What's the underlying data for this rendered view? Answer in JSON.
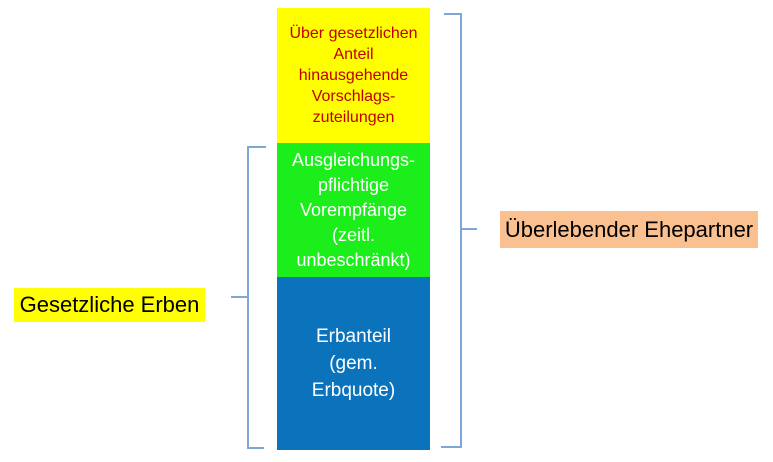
{
  "canvas": {
    "background": "#FFFFFF"
  },
  "stack": {
    "segments": [
      {
        "id": "vorschlagszuteilungen",
        "text": "Über gesetzlichen\nAnteil\nhinausgehende\nVorschlags-\nzuteilungen",
        "bg": "#FFFF00",
        "fg": "#C00000"
      },
      {
        "id": "vorempfaenge",
        "text": "Ausgleichungs-\npflichtige\nVorempfänge\n(zeitl.\nunbeschränkt)",
        "bg": "#1CEE1C",
        "fg": "#FFFFFF"
      },
      {
        "id": "erbanteil",
        "text": "Erbanteil\n(gem.\nErbquote)",
        "bg": "#0B73BC",
        "fg": "#FFFFFF"
      }
    ]
  },
  "labels": {
    "left": {
      "text": "Gesetzliche Erben",
      "bg": "#FFFF00",
      "fg": "#000000"
    },
    "right": {
      "text": "Überlebender Ehepartner",
      "bg": "#FAC090",
      "fg": "#000000"
    }
  },
  "braces": {
    "color": "#7FA6D8",
    "left_brace_spans": "Ausgleichungspflichtige Vorempfänge + Erbanteil",
    "left_brace_points_to": "Gesetzliche Erben",
    "right_brace_spans": "whole column",
    "right_brace_points_to": "Überlebender Ehepartner"
  }
}
